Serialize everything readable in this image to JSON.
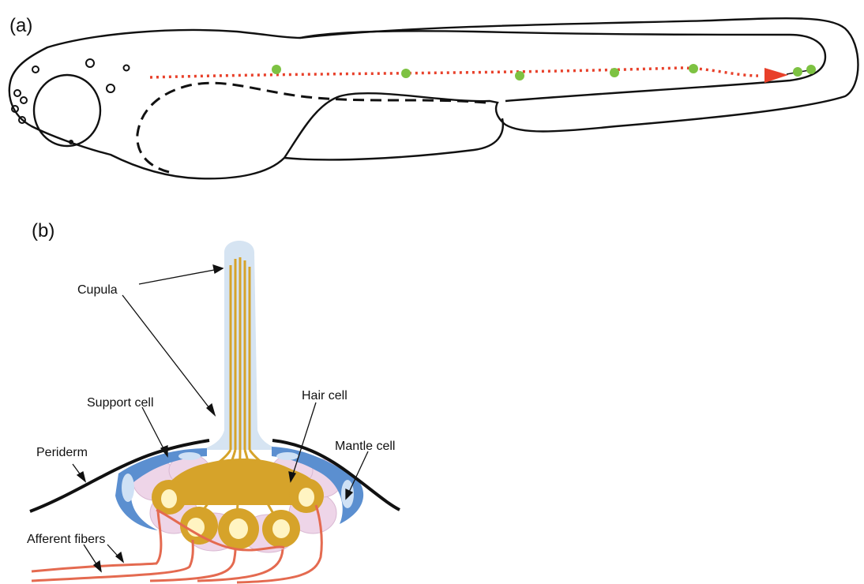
{
  "panel_a": {
    "label": "(a)"
  },
  "panel_b": {
    "label": "(b)",
    "labels": {
      "cupula": "Cupula",
      "support_cell": "Support cell",
      "hair_cell": "Hair cell",
      "periderm": "Periderm",
      "mantle_cell": "Mantle cell",
      "afferent_fibers": "Afferent fibers"
    }
  },
  "colors": {
    "outline": "#111111",
    "lateral_line": "#e8402a",
    "neuromast": "#7dc242",
    "cupula": "#d6e4f2",
    "hair_cell": "#d6a32a",
    "hair_nucleus": "#fff4c2",
    "mantle": "#5b8fd0",
    "support": "#eed5e8",
    "fiber": "#e46a50"
  }
}
